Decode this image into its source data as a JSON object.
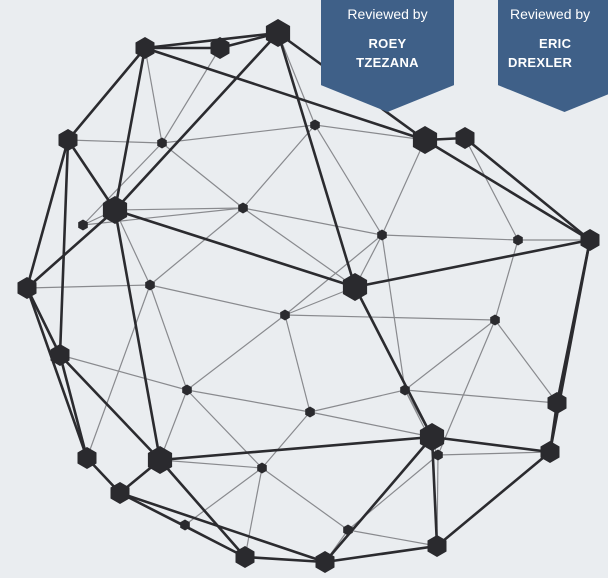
{
  "badges": [
    {
      "reviewed_label": "Reviewed by",
      "first_name": "ROEY",
      "last_name": "TZEZANA",
      "color": "#3f6088"
    },
    {
      "reviewed_label": "Reviewed by",
      "first_name": "ERIC",
      "last_name": "DREXLER",
      "color": "#3f6088"
    }
  ],
  "image": {
    "subject": "polyhedral-network-sphere",
    "background_color": "#eaedf0",
    "edge_color": "#2b2b2f",
    "node_color": "#2a2a2e"
  }
}
